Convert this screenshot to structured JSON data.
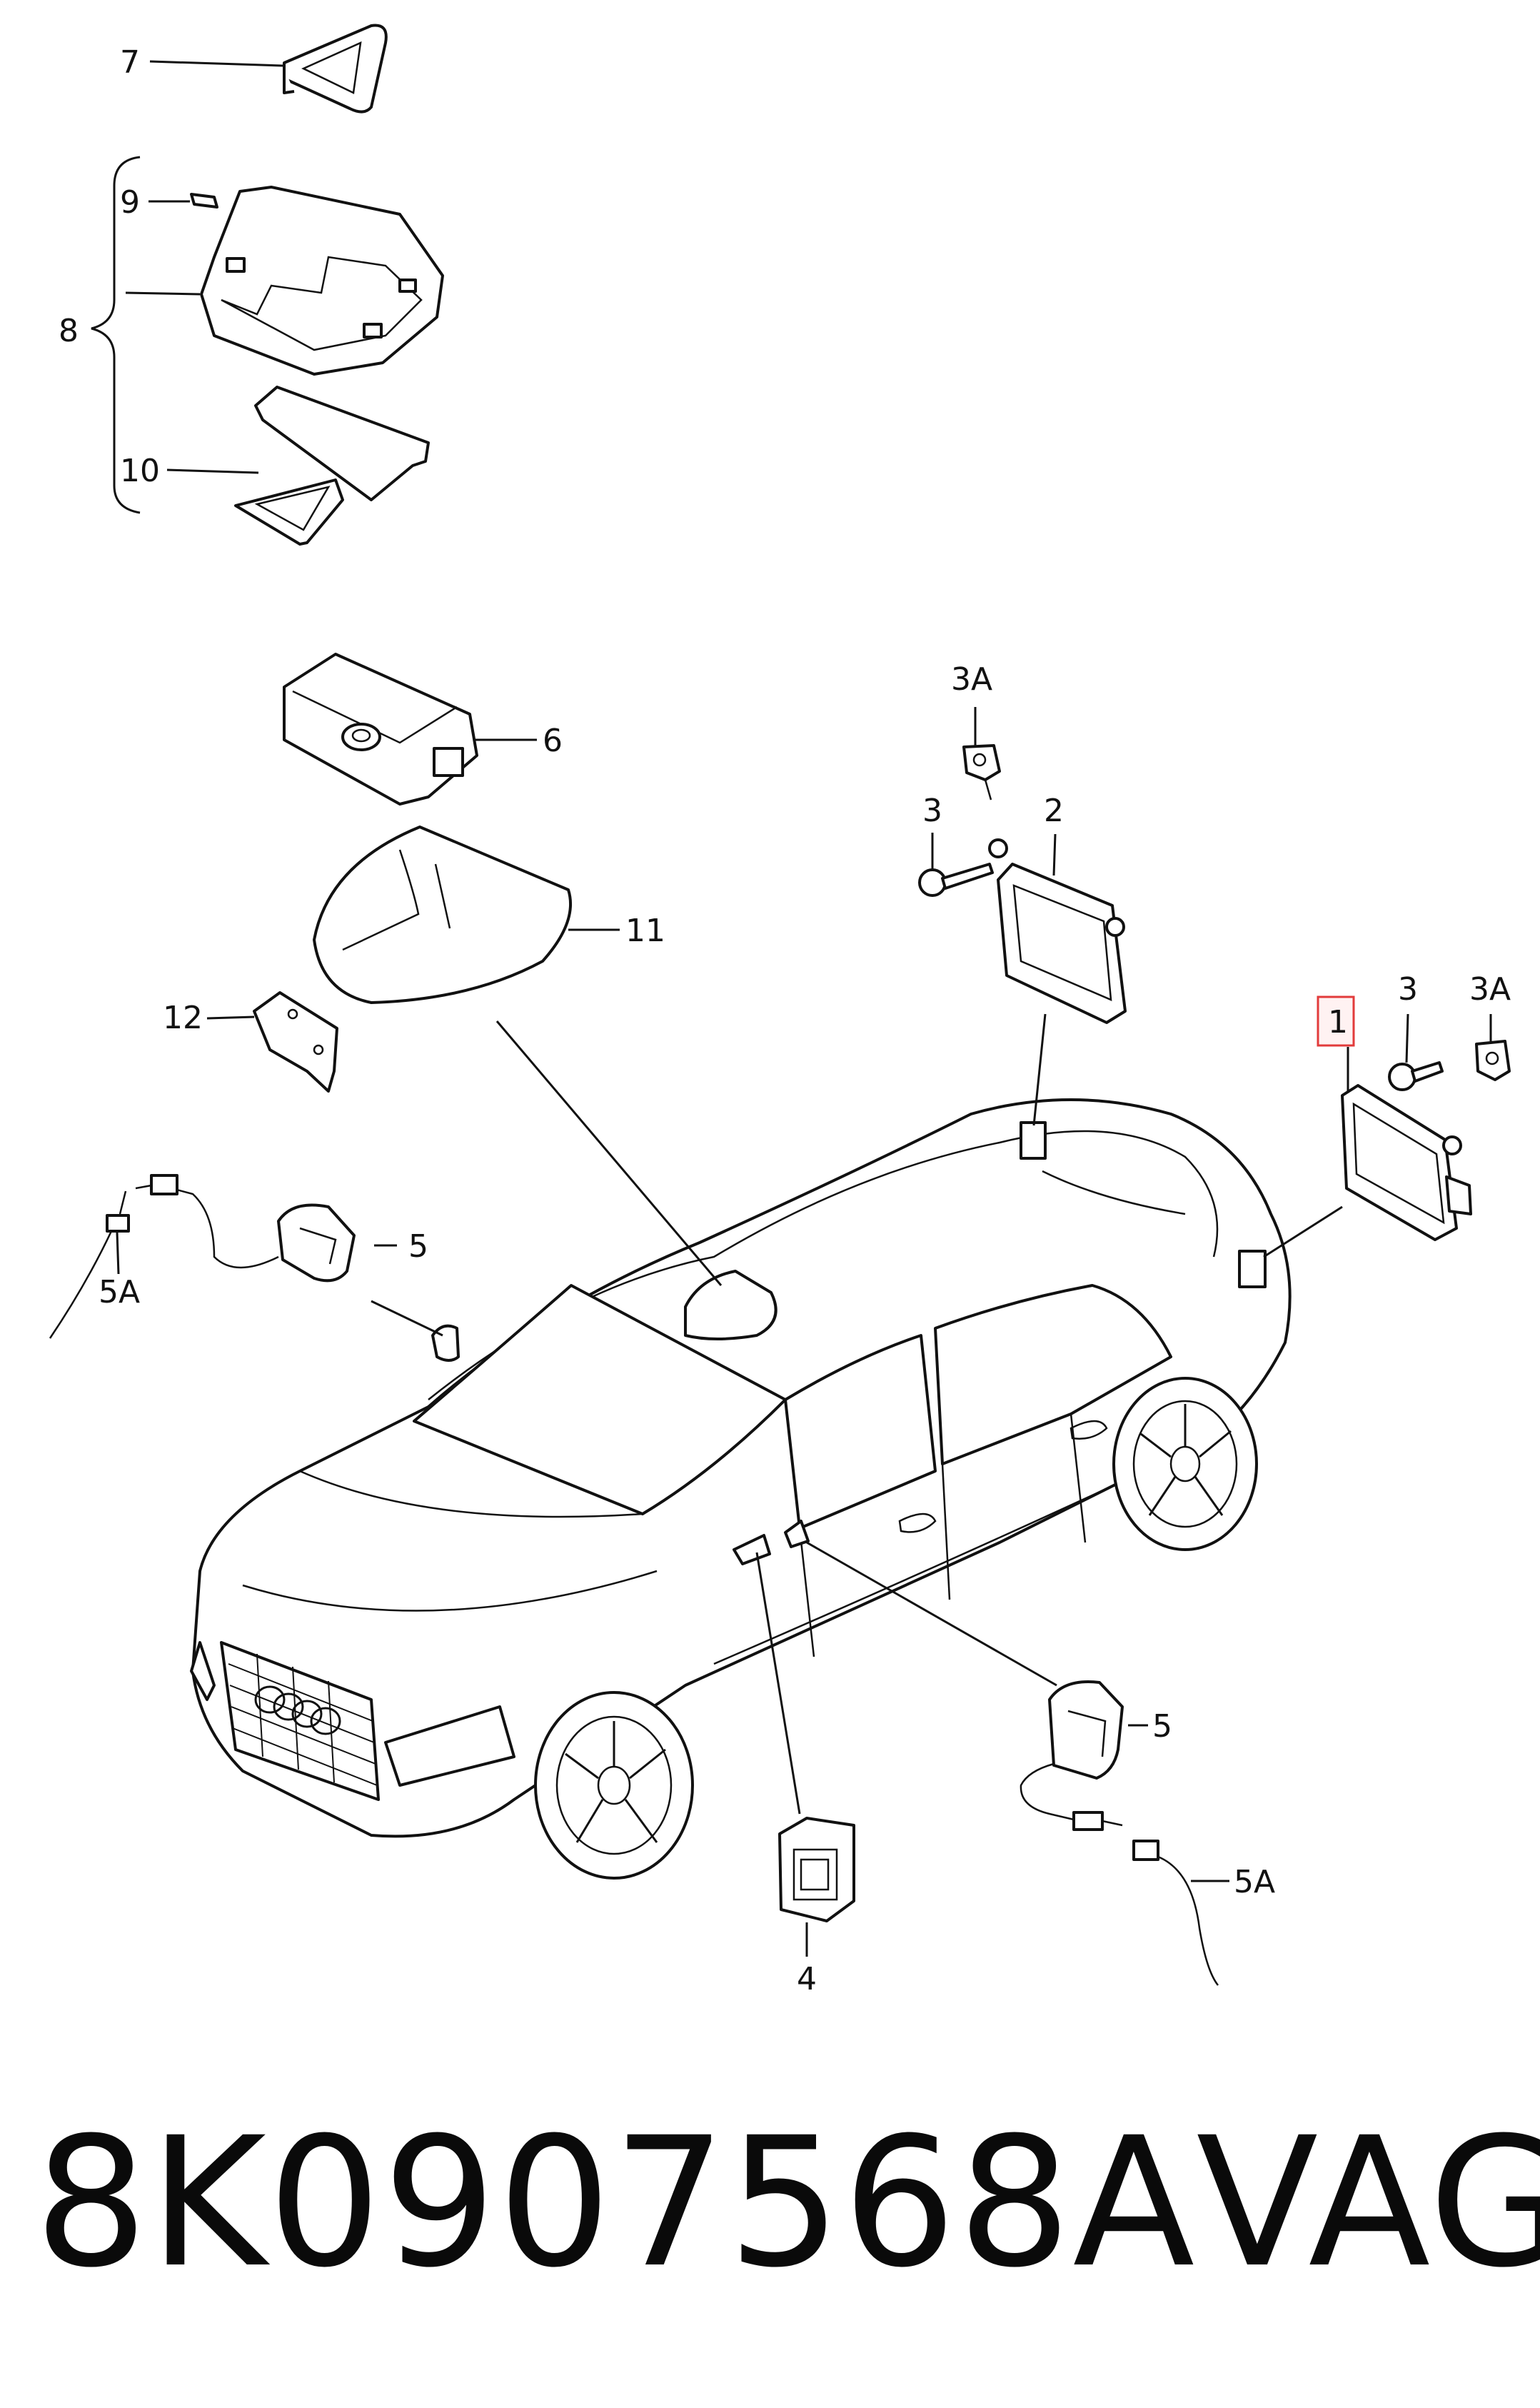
{
  "labels": {
    "p1": "1",
    "p2": "2",
    "p3a": "3",
    "p3b": "3",
    "p3A_a": "3A",
    "p3A_b": "3A",
    "p4": "4",
    "p5a": "5",
    "p5b": "5",
    "p5A_a": "5A",
    "p5A_b": "5A",
    "p6": "6",
    "p7": "7",
    "p8": "8",
    "p9": "9",
    "p10": "10",
    "p11": "11",
    "p12": "12"
  },
  "footer": {
    "part_number": "8K0907568A",
    "brand": "VAG"
  },
  "colors": {
    "highlight_box": "#e23b3b",
    "line": "#111111"
  }
}
